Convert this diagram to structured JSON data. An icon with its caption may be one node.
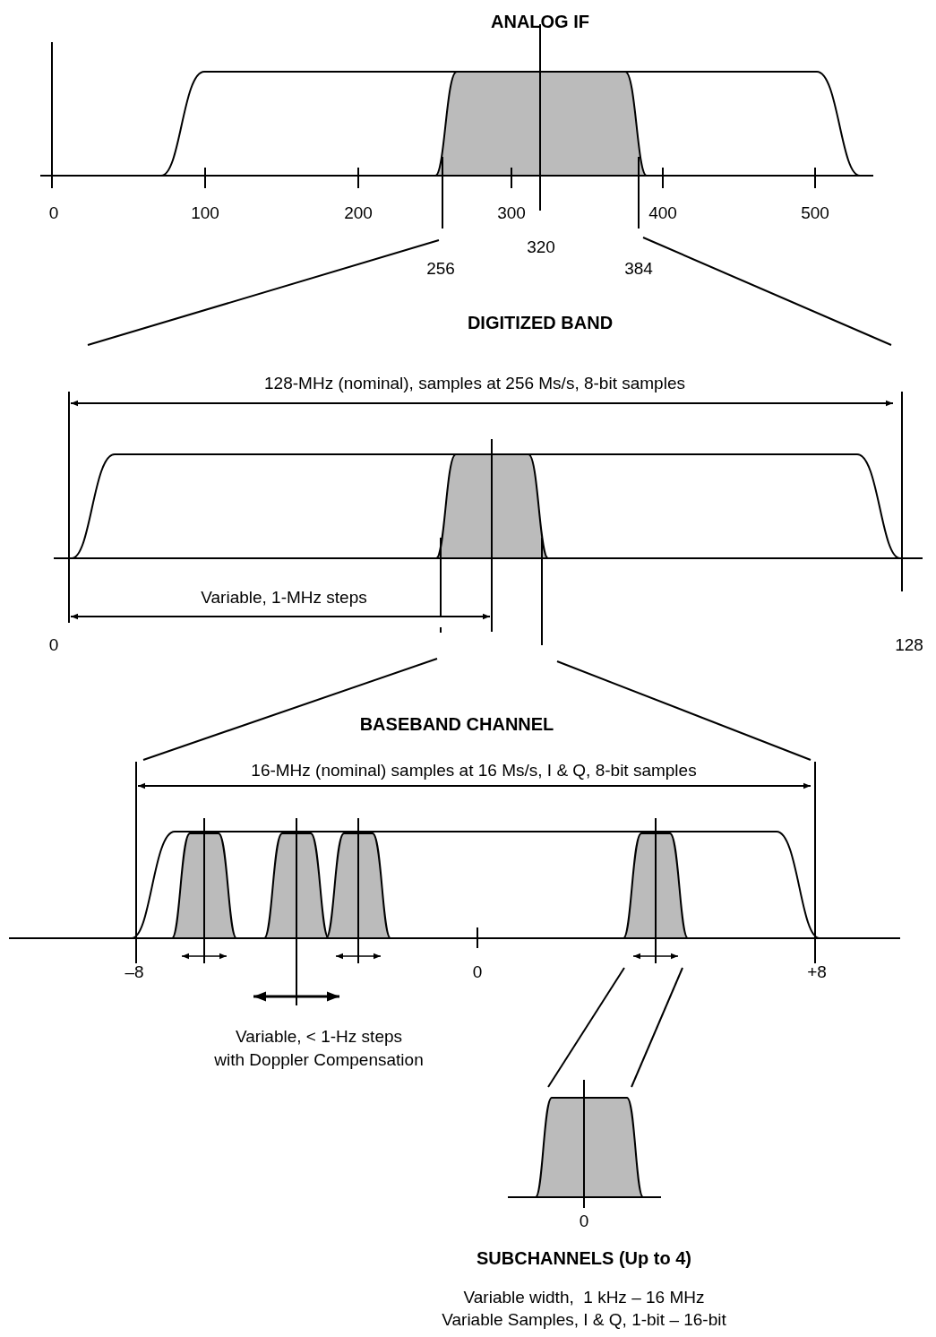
{
  "diagram": {
    "labels": [
      "ANALOG IF",
      "0",
      "100",
      "200",
      "300",
      "400",
      "500",
      "320",
      "256",
      "384",
      "DIGITIZED BAND",
      "128-MHz (nominal), samples at 256 Ms/s, 8-bit samples",
      "Variable, 1-MHz steps",
      "0",
      "128",
      "BASEBAND CHANNEL",
      "16-MHz (nominal) samples at 16 Ms/s, I & Q, 8-bit samples",
      "–8",
      "0",
      "+8",
      "Variable, < 1-Hz steps",
      "with Doppler Compensation",
      "0",
      "SUBCHANNELS (Up to 4)",
      "Variable width,  1 kHz – 16 MHz",
      "Variable Samples, I & Q, 1-bit – 16-bit"
    ]
  }
}
